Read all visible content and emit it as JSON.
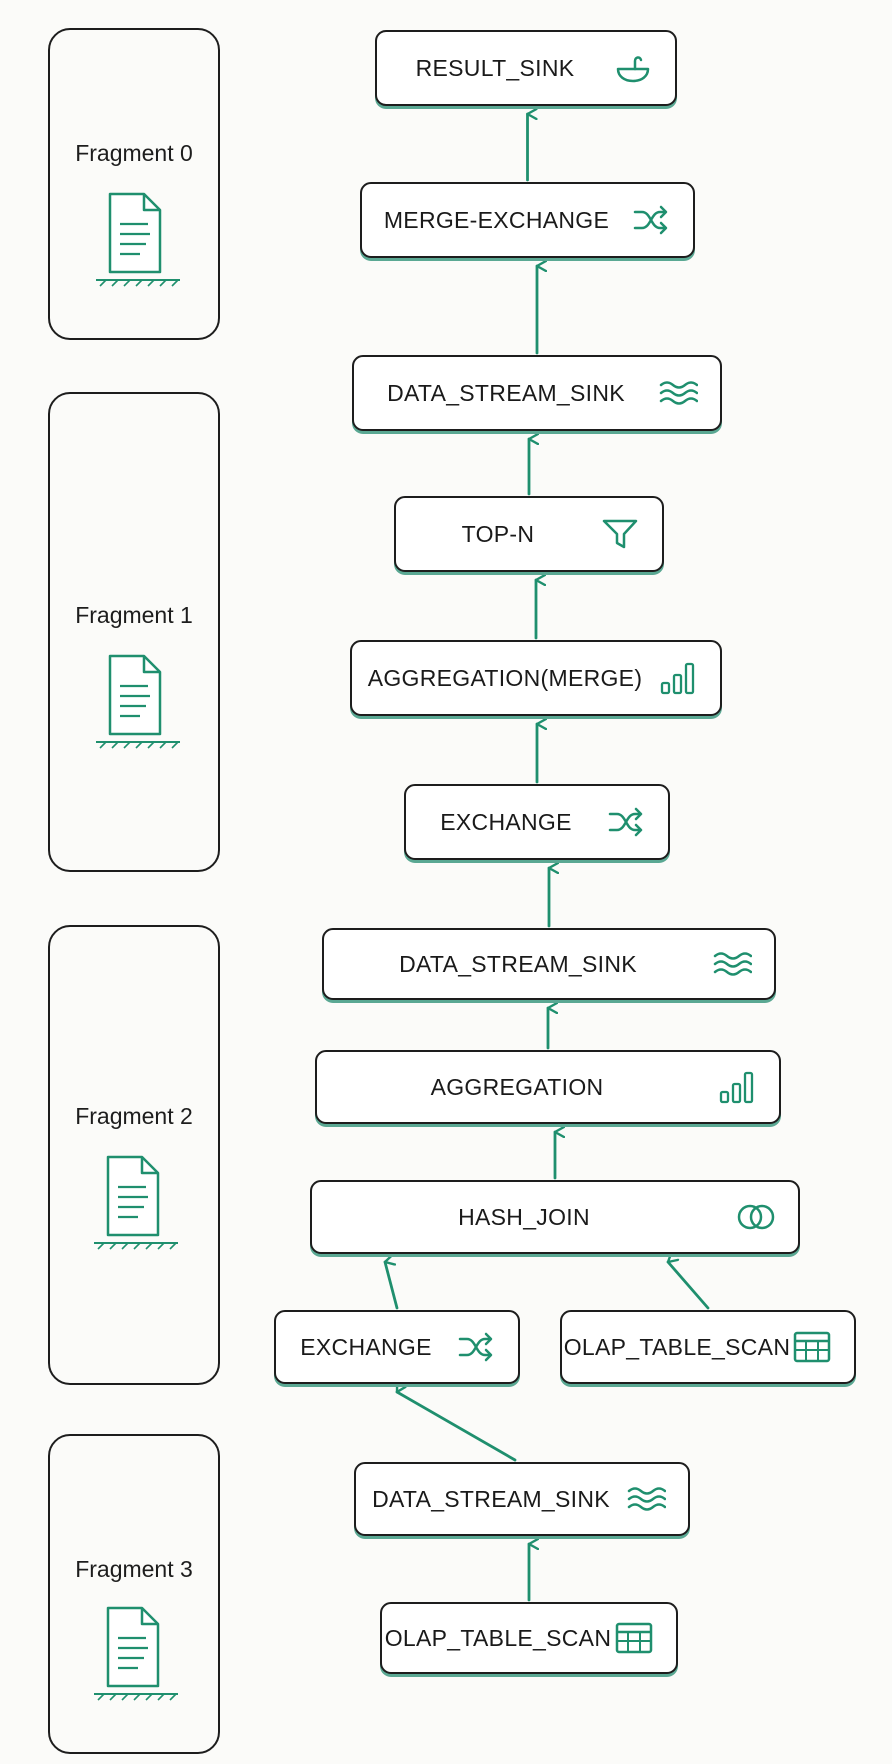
{
  "colors": {
    "accent": "#1f8f6e",
    "stroke": "#1d1d1d"
  },
  "fragments": [
    {
      "id": "f0",
      "label": "Fragment 0",
      "icon": "document-icon"
    },
    {
      "id": "f1",
      "label": "Fragment 1",
      "icon": "document-icon"
    },
    {
      "id": "f2",
      "label": "Fragment 2",
      "icon": "document-icon"
    },
    {
      "id": "f3",
      "label": "Fragment 3",
      "icon": "document-icon"
    }
  ],
  "nodes": [
    {
      "id": "result-sink",
      "label": "RESULT_SINK",
      "icon": "sink-bowl-icon"
    },
    {
      "id": "merge-exchange",
      "label": "MERGE-EXCHANGE",
      "icon": "shuffle-icon"
    },
    {
      "id": "data-stream-sink-1",
      "label": "DATA_STREAM_SINK",
      "icon": "waves-icon"
    },
    {
      "id": "top-n",
      "label": "TOP-N",
      "icon": "funnel-icon"
    },
    {
      "id": "aggregation-merge",
      "label": "AGGREGATION(MERGE)",
      "icon": "bar-chart-icon"
    },
    {
      "id": "exchange-1",
      "label": "EXCHANGE",
      "icon": "shuffle-icon"
    },
    {
      "id": "data-stream-sink-2",
      "label": "DATA_STREAM_SINK",
      "icon": "waves-icon"
    },
    {
      "id": "aggregation",
      "label": "AGGREGATION",
      "icon": "bar-chart-icon"
    },
    {
      "id": "hash-join",
      "label": "HASH_JOIN",
      "icon": "join-circles-icon"
    },
    {
      "id": "exchange-2",
      "label": "EXCHANGE",
      "icon": "shuffle-icon"
    },
    {
      "id": "olap-table-scan-1",
      "label": "OLAP_TABLE_SCAN",
      "icon": "table-icon"
    },
    {
      "id": "data-stream-sink-3",
      "label": "DATA_STREAM_SINK",
      "icon": "waves-icon"
    },
    {
      "id": "olap-table-scan-2",
      "label": "OLAP_TABLE_SCAN",
      "icon": "table-icon"
    }
  ],
  "edges": [
    {
      "from": "merge-exchange",
      "to": "result-sink"
    },
    {
      "from": "data-stream-sink-1",
      "to": "merge-exchange"
    },
    {
      "from": "top-n",
      "to": "data-stream-sink-1"
    },
    {
      "from": "aggregation-merge",
      "to": "top-n"
    },
    {
      "from": "exchange-1",
      "to": "aggregation-merge"
    },
    {
      "from": "data-stream-sink-2",
      "to": "exchange-1"
    },
    {
      "from": "aggregation",
      "to": "data-stream-sink-2"
    },
    {
      "from": "hash-join",
      "to": "aggregation"
    },
    {
      "from": "exchange-2",
      "to": "hash-join"
    },
    {
      "from": "olap-table-scan-1",
      "to": "hash-join"
    },
    {
      "from": "data-stream-sink-3",
      "to": "exchange-2"
    },
    {
      "from": "olap-table-scan-2",
      "to": "data-stream-sink-3"
    }
  ]
}
